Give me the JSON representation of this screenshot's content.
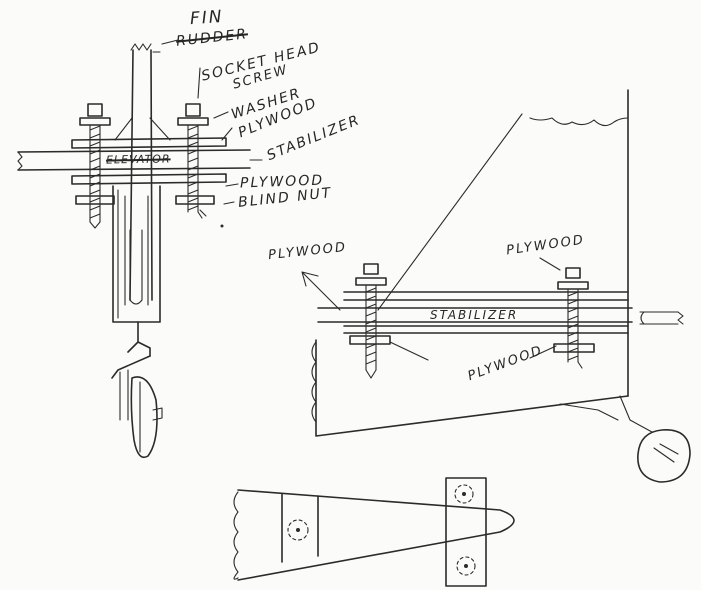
{
  "labels": {
    "fin": "FIN",
    "rudder_struck": "RUDDER",
    "socket_head": "SOCKET HEAD",
    "screw": "SCREW",
    "washer": "WASHER",
    "plywood_upper": "PLYWOOD",
    "stabilizer_callout": "STABILIZER",
    "elevator_struck": "ELEVATOR",
    "plywood_lower": "PLYWOOD",
    "blind_nut": "BLIND NUT",
    "side_plywood_left": "PLYWOOD",
    "side_plywood_right": "PLYWOOD",
    "side_stabilizer": "STABILIZER",
    "side_plywood_bottom": "PLYWOOD"
  }
}
